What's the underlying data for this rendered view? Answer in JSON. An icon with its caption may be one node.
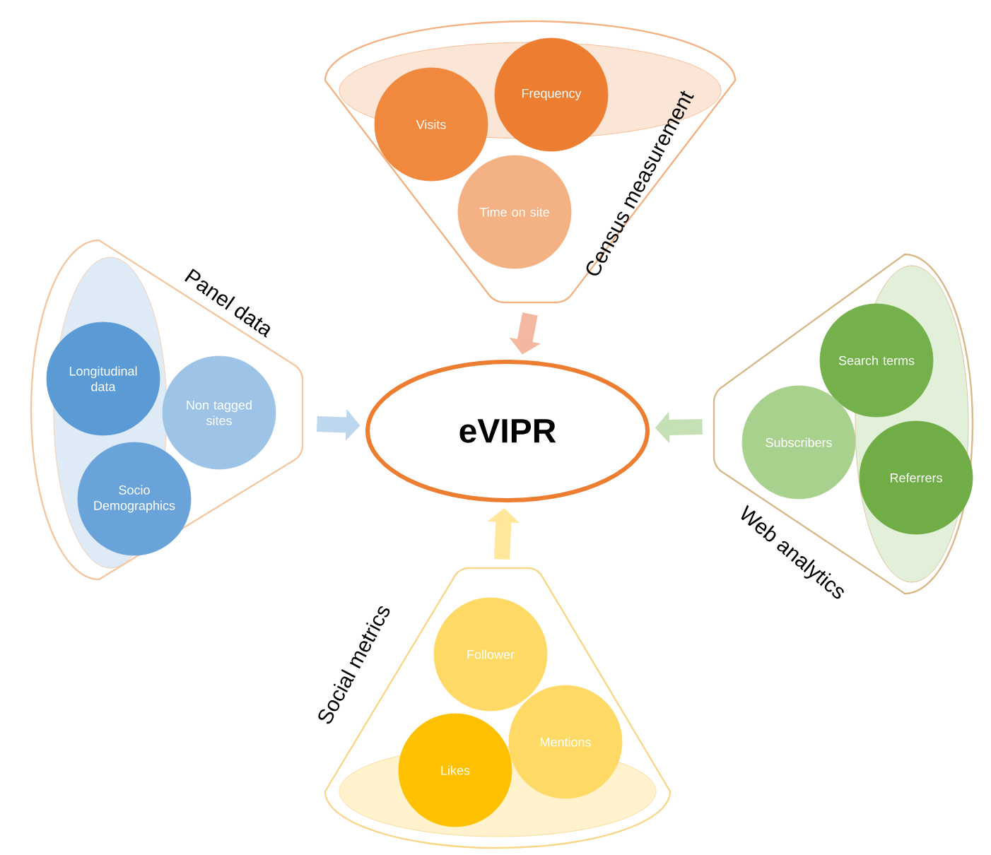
{
  "diagram": {
    "nodes": [
      {
        "text": [
          "Census measurement"
        ]
      },
      {
        "text": [
          "Visits"
        ],
        "in": 0
      },
      {
        "text": [
          "Frequency"
        ],
        "in": 0
      },
      {
        "text": [
          "Time on site"
        ],
        "in": 0
      },
      {
        "text": [
          "Panel data"
        ]
      },
      {
        "text": [
          "Longitudinal data"
        ],
        "in": 4
      },
      {
        "text": [
          "Non tagged sites"
        ],
        "in": 4
      },
      {
        "text": [
          "Socio Demographics"
        ],
        "in": 4
      },
      {
        "text": [
          "eVIPR"
        ]
      },
      {
        "text": [
          "Web analytics"
        ]
      },
      {
        "text": [
          "Search terms"
        ],
        "in": 9
      },
      {
        "text": [
          "Subscribers"
        ],
        "in": 9
      },
      {
        "text": [
          "Referrers"
        ],
        "in": 9
      },
      {
        "text": [
          "Social metrics"
        ]
      },
      {
        "text": [
          "Follower"
        ],
        "in": 13
      },
      {
        "text": [
          "Likes"
        ],
        "in": 13
      },
      {
        "text": [
          "Mentions"
        ],
        "in": 13
      }
    ],
    "edges": [
      {
        "from": 0,
        "to": 8,
        "arrow": "to",
        "color": "#f4b7a0"
      },
      {
        "from": 4,
        "to": 8,
        "arrow": "to",
        "color": "#bdd7ee"
      },
      {
        "from": 9,
        "to": 8,
        "arrow": "to",
        "color": "#c5e0b4"
      },
      {
        "from": 13,
        "to": 8,
        "arrow": "to",
        "color": "#ffe699"
      }
    ]
  }
}
